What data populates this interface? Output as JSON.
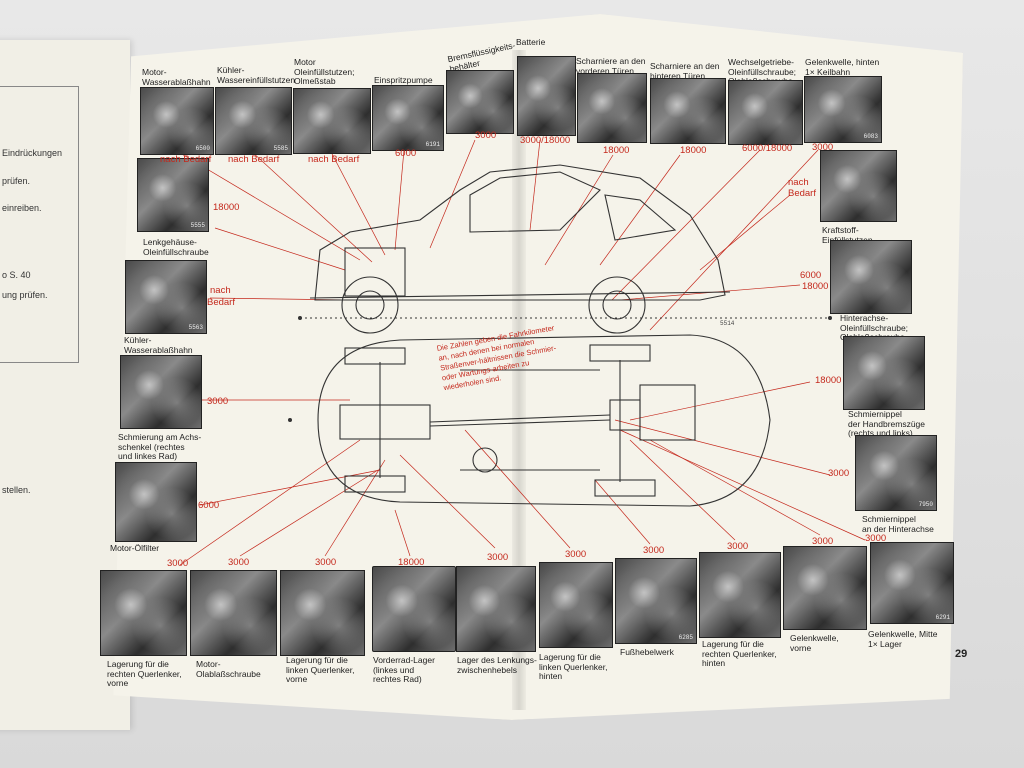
{
  "left_page": {
    "lines": [
      "Eindrückungen",
      "prüfen.",
      "einreiben.",
      "o S. 40",
      "ung prüfen.",
      "stellen."
    ]
  },
  "photos_top": [
    {
      "caption": "Motor-\nWasserablaßhahn",
      "num": "6500"
    },
    {
      "caption": "Kühler-\nWassereinfüllstutzen",
      "num": "5585"
    },
    {
      "caption": "Motor\nOleinfüllstutzen;\nOlmeßstab",
      "num": ""
    },
    {
      "caption": "Einspritzpumpe",
      "num": "6191"
    },
    {
      "caption": "Bremsflüssigkeits-\nbehälter",
      "num": ""
    },
    {
      "caption": "Batterie",
      "num": ""
    },
    {
      "caption": "Scharniere an den\nvorderen Türen",
      "num": ""
    },
    {
      "caption": "Scharniere an den\nhinteren Türen",
      "num": ""
    },
    {
      "caption": "Wechselgetriebe-\nOleinfüllschraube;\nOlablaßschraube",
      "num": ""
    },
    {
      "caption": "Gelenkwelle, hinten\n1× Keilbahn",
      "num": "6083"
    }
  ],
  "photos_left": [
    {
      "caption": "",
      "num": "5555"
    },
    {
      "caption": "Lenkgehäuse-\nOleinfüllschraube",
      "num": ""
    },
    {
      "caption": "Kühler-\nWasserablaßhahn",
      "num": "5563"
    },
    {
      "caption": "Schmierung am Achs-\nschenkel (rechtes\nund linkes Rad)",
      "num": ""
    },
    {
      "caption": "Motor-Ölfilter",
      "num": ""
    }
  ],
  "photos_right": [
    {
      "caption": "Kraftstoff-\nEinfüllstutzen",
      "num": ""
    },
    {
      "caption": "Hinterachse-\nOleinfüllschraube;\nOlablaßschraube",
      "num": ""
    },
    {
      "caption": "Schmiernippel\nder Handbremszüge\n(rechts und links)",
      "num": ""
    },
    {
      "caption": "Schmiernippel\nan der Hinterachse",
      "num": "7950"
    }
  ],
  "photos_bottom": [
    {
      "caption": "Lagerung für die\nrechten Querlenker,\nvorne",
      "num": ""
    },
    {
      "caption": "Motor-\nOlablaßschraube",
      "num": ""
    },
    {
      "caption": "Lagerung für die\nlinken Querlenker,\nvorne",
      "num": ""
    },
    {
      "caption": "Vorderrad-Lager\n(linkes und\nrechtes Rad)",
      "num": ""
    },
    {
      "caption": "Lager des Lenkungs-\nzwischenhebels",
      "num": ""
    },
    {
      "caption": "Lagerung für die\nlinken Querlenker,\nhinten",
      "num": ""
    },
    {
      "caption": "Fußhebelwerk",
      "num": "6285"
    },
    {
      "caption": "Lagerung für die\nrechten Querlenker,\nhinten",
      "num": ""
    },
    {
      "caption": "Gelenkwelle,\nvorne",
      "num": ""
    },
    {
      "caption": "Gelenkwelle, Mitte\n1× Lager",
      "num": "6291"
    }
  ],
  "intervals": {
    "nach_bedarf": "nach Bedarf",
    "nach": "nach",
    "bedarf": "Bedarf",
    "v3000": "3000",
    "v6000": "6000",
    "v18000": "18000",
    "v6000_18000": "6000/18000",
    "v3000_18000": "3000/18000"
  },
  "note": "Die Zahlen geben die Fahrkilometer an, nach denen bei normalen Straßenver-hältnissen die Schmier- oder Wartungs-arbeiten zu wiederholen sind.",
  "diagram_id": "5514",
  "page_number": "29",
  "colors": {
    "interval_red": "#c4281c",
    "paper": "#f5f3ea"
  }
}
